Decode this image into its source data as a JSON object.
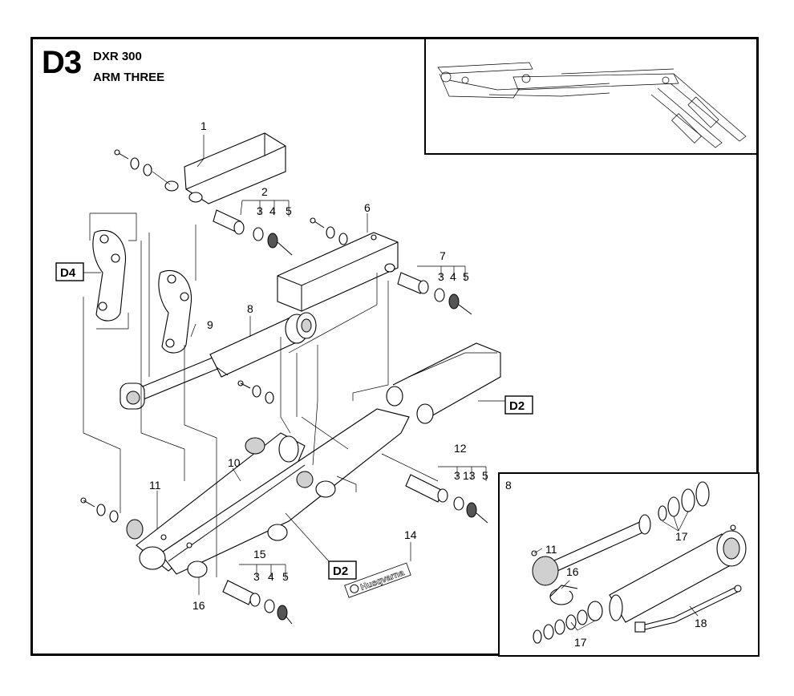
{
  "header": {
    "section_code": "D3",
    "model": "DXR 300",
    "title": "ARM THREE"
  },
  "references": {
    "d4": "D4",
    "d2_upper": "D2",
    "d2_lower": "D2"
  },
  "callouts": {
    "c1": "1",
    "c2": "2",
    "c3a": "3",
    "c4a": "4",
    "c5a": "5",
    "c6": "6",
    "c7": "7",
    "c3b": "3",
    "c4b": "4",
    "c5b": "5",
    "c8": "8",
    "c9": "9",
    "c10": "10",
    "c11": "11",
    "c12": "12",
    "c3c": "3",
    "c13": "13",
    "c5c": "5",
    "c14": "14",
    "c15": "15",
    "c3d": "3",
    "c4d": "4",
    "c5d": "5",
    "c16": "16"
  },
  "detail": {
    "label": "8",
    "c11": "11",
    "c16": "16",
    "c17a": "17",
    "c17b": "17",
    "c18": "18"
  },
  "brand": "Husqvarna"
}
